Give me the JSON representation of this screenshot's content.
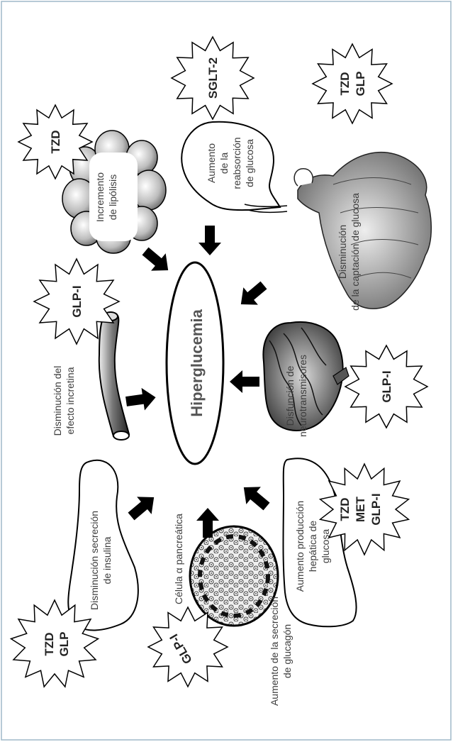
{
  "central": {
    "title": "Hiperglucemia"
  },
  "mechanisms": {
    "insulina": [
      "Disminución secreción",
      "de insulina"
    ],
    "incretina": [
      "Disminución del",
      "efecto incretina"
    ],
    "lipolisis": [
      "Incremento",
      "de lipólisis"
    ],
    "reabsorcion": [
      "Aumento",
      "de la",
      "reabsorción",
      "de glucosa"
    ],
    "captacion": [
      "Disminución",
      "de la captación de glucosa"
    ],
    "neurotransmisores": [
      "Disfunción de",
      "neurotransmisores"
    ],
    "produccion_hepatica": [
      "Aumento producción",
      "hepática de",
      "glucosa"
    ],
    "celula_alfa": "Célula α pancreática",
    "glucagon": [
      "Aumento de la secreción",
      "de glucagón"
    ]
  },
  "drugs": {
    "insulina": [
      "TZD",
      "GLP"
    ],
    "incretina": [
      "GLP-I"
    ],
    "lipolisis": [
      "TZD"
    ],
    "reabsorcion": [
      "SGLT-2"
    ],
    "captacion": [
      "TZD",
      "GLP"
    ],
    "neurotransmisores": [
      "GLP-I"
    ],
    "produccion_hepatica": [
      "TZD",
      "MET",
      "GLP-I"
    ],
    "glucagon": [
      "GLP-I"
    ]
  },
  "colors": {
    "border": "#9fb8c8",
    "ink": "#111111",
    "text": "#3c3c3c"
  }
}
